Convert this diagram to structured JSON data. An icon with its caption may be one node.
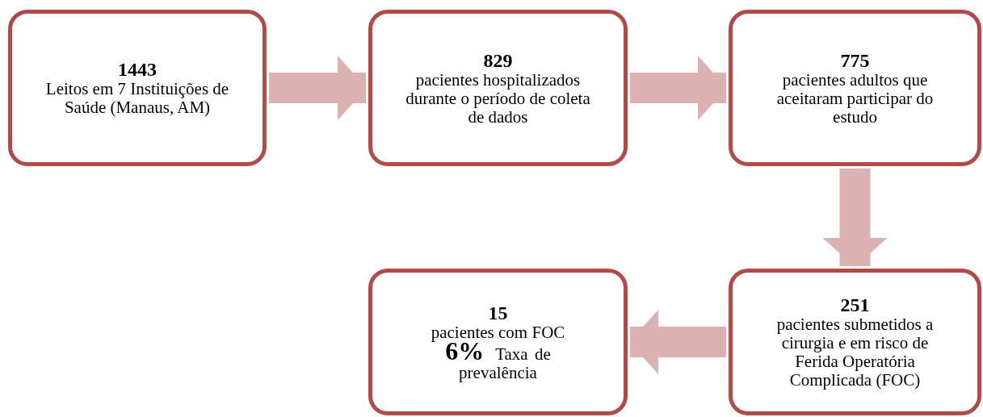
{
  "diagram": {
    "nodes": [
      {
        "text": [
          "1443",
          "Leitos em 7 Instituições de Saúde (Manaus, AM)"
        ]
      },
      {
        "text": [
          "829",
          "pacientes hospitalizados durante o período de coleta de dados"
        ]
      },
      {
        "text": [
          "775",
          "pacientes adultos que aceitaram participar do estudo"
        ]
      },
      {
        "text": [
          "251",
          "pacientes submetidos a cirurgia e em risco de Ferida Operatória Complicada (FOC)"
        ]
      },
      {
        "text": [
          "15",
          "pacientes com FOC",
          "**6%** Taxa de prevalência"
        ]
      }
    ],
    "edges": [
      {
        "from": 0,
        "to": 1,
        "arrow": "to"
      },
      {
        "from": 1,
        "to": 2,
        "arrow": "to"
      },
      {
        "from": 2,
        "to": 3,
        "arrow": "to"
      },
      {
        "from": 3,
        "to": 4,
        "arrow": "to"
      }
    ]
  }
}
